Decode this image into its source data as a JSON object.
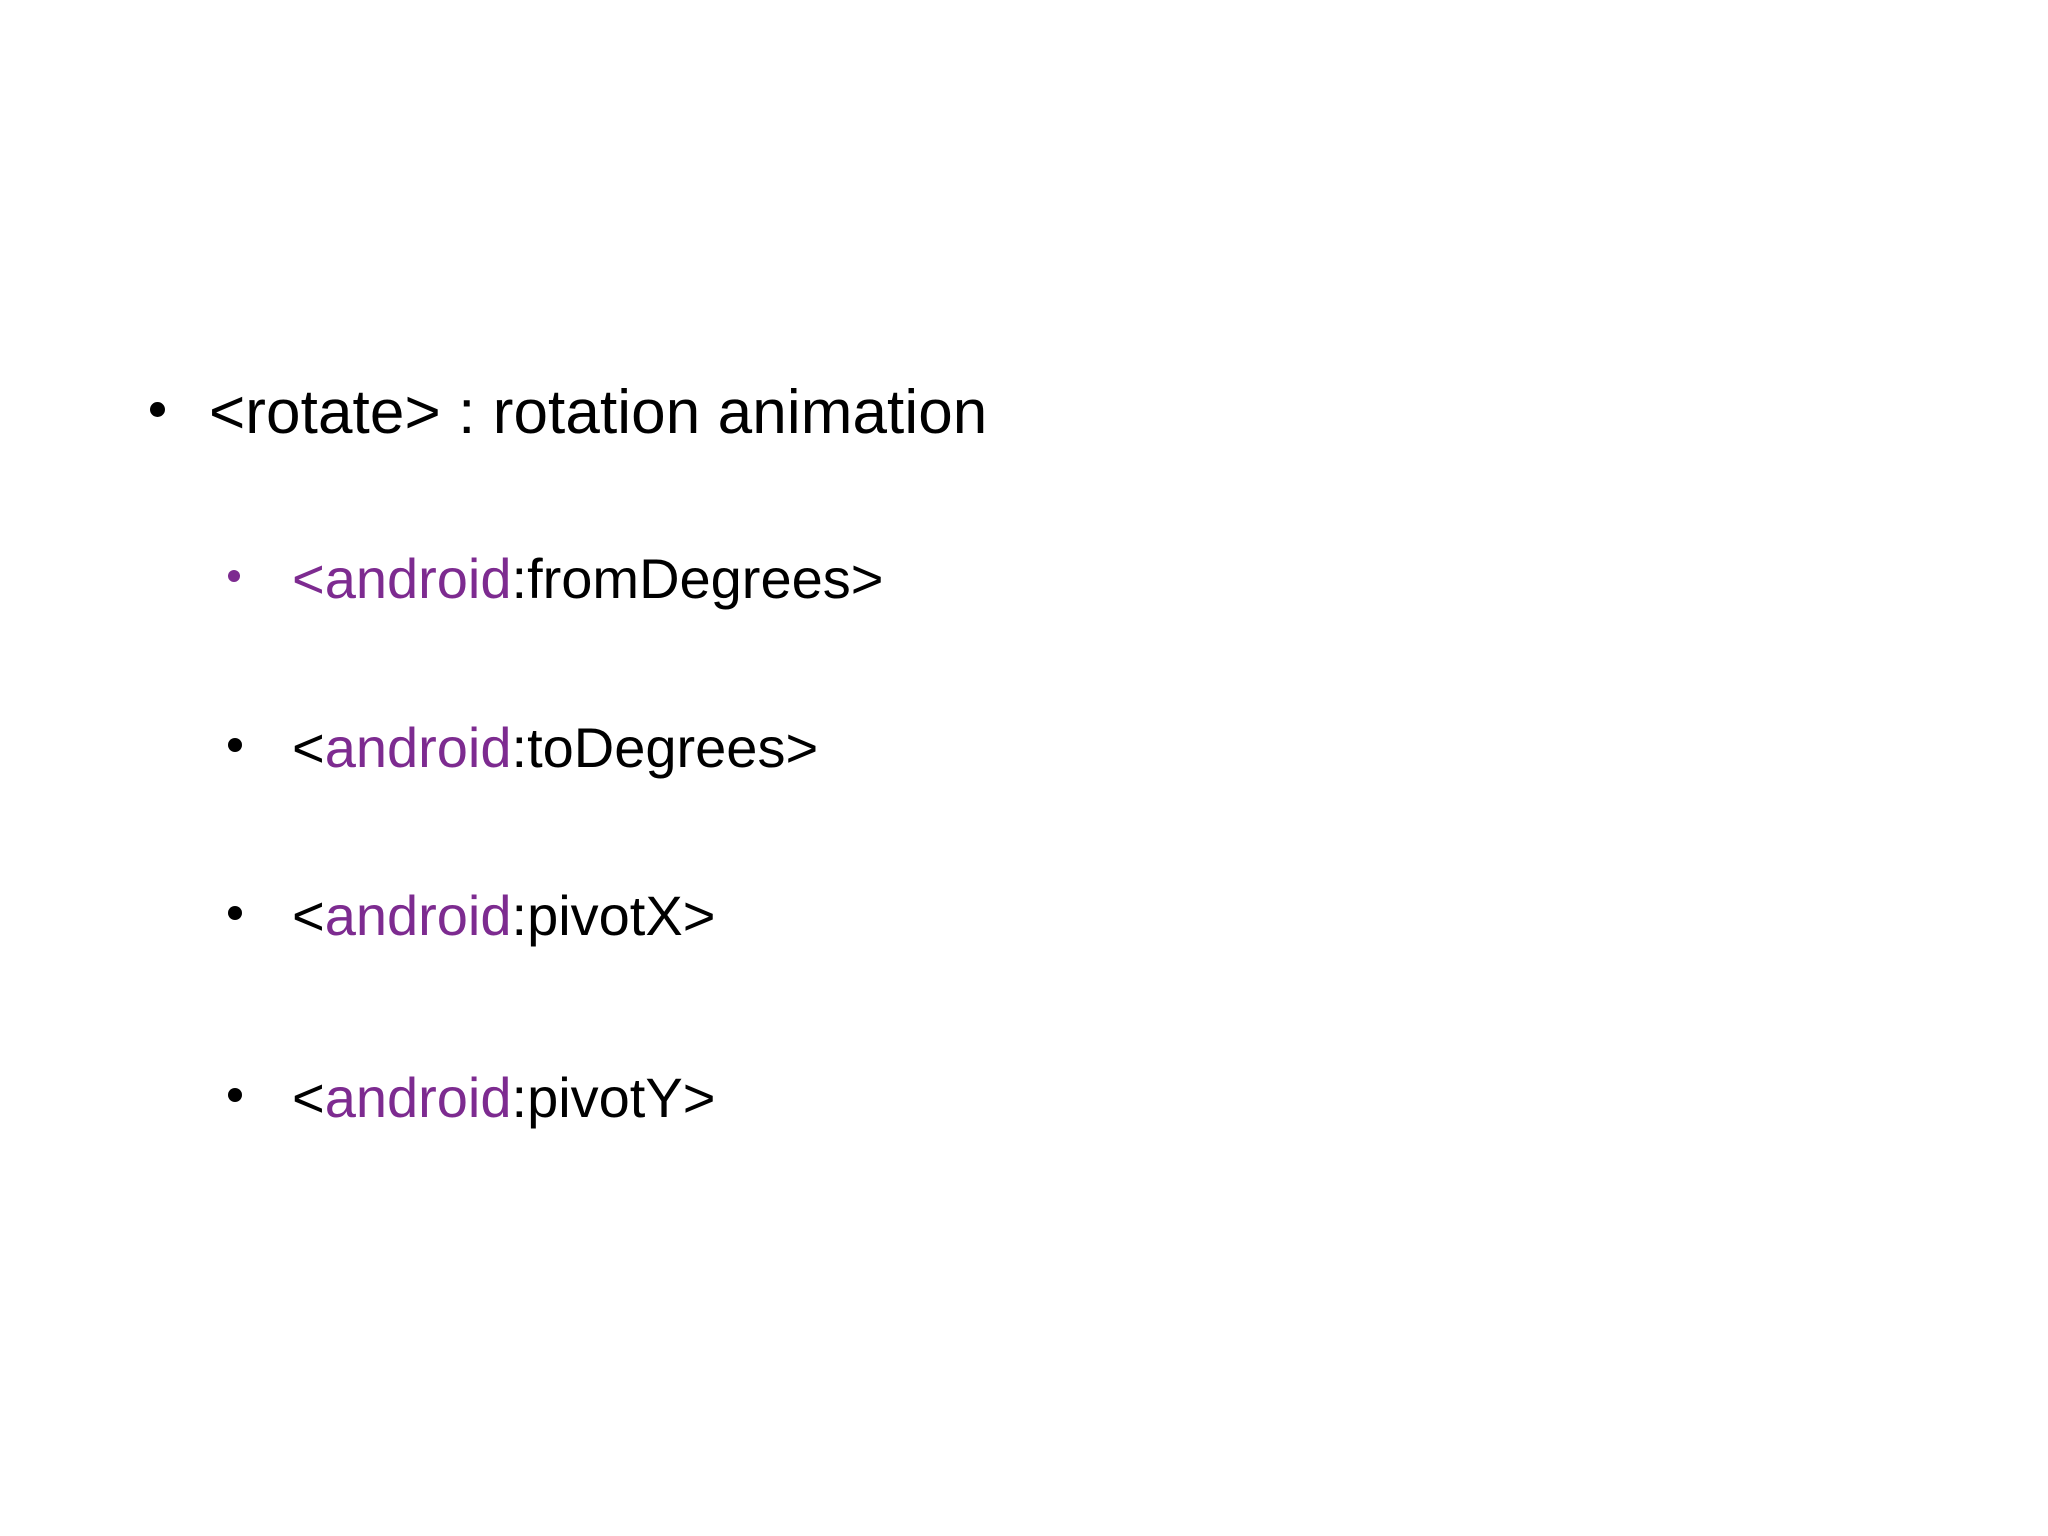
{
  "slide": {
    "background_color": "#ffffff",
    "text_color": "#000000",
    "accent_color": "#7d2b90"
  },
  "bullets": [
    {
      "level": 1,
      "marker": "round-bullet",
      "marker_color": "#000000",
      "segments": [
        {
          "text": "<rotate> : rotation animation",
          "color": "#000000"
        }
      ],
      "full_text": "<rotate> : rotation animation"
    },
    {
      "level": 2,
      "marker": "round-bullet",
      "marker_color": "#7d2b90",
      "segments": [
        {
          "text": "<android",
          "color": "#7d2b90"
        },
        {
          "text": ":fromDegrees>",
          "color": "#000000"
        }
      ],
      "full_text": "<android:fromDegrees>"
    },
    {
      "level": 2,
      "marker": "round-bullet",
      "marker_color": "#000000",
      "segments": [
        {
          "text": "<",
          "color": "#000000"
        },
        {
          "text": "android",
          "color": "#7d2b90"
        },
        {
          "text": ":toDegrees>",
          "color": "#000000"
        }
      ],
      "full_text": "<android:toDegrees>"
    },
    {
      "level": 2,
      "marker": "round-bullet",
      "marker_color": "#000000",
      "segments": [
        {
          "text": "<",
          "color": "#000000"
        },
        {
          "text": "android",
          "color": "#7d2b90"
        },
        {
          "text": ":pivotX>",
          "color": "#000000"
        }
      ],
      "full_text": "<android:pivotX>"
    },
    {
      "level": 2,
      "marker": "round-bullet",
      "marker_color": "#000000",
      "segments": [
        {
          "text": "<",
          "color": "#000000"
        },
        {
          "text": "android",
          "color": "#7d2b90"
        },
        {
          "text": ":pivotY>",
          "color": "#000000"
        }
      ],
      "full_text": "<android:pivotY>"
    }
  ]
}
